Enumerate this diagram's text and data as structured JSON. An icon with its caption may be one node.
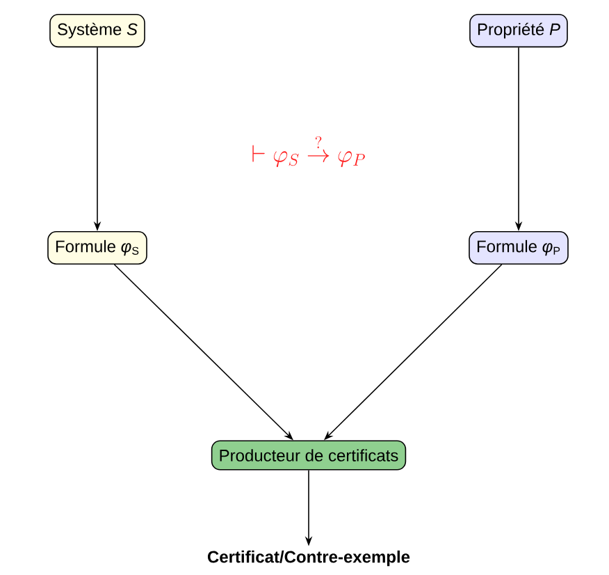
{
  "diagram": {
    "nodes": [
      {
        "text": [
          "Système *S*"
        ]
      },
      {
        "text": [
          "Propriété *P*"
        ]
      },
      {
        "text": [
          "Formule *φ*$_{S}$"
        ]
      },
      {
        "text": [
          "Formule *φ*$_{P}$"
        ]
      },
      {
        "text": [
          "Producteur de certificats"
        ]
      },
      {
        "text": [
          "Certificat/Contre-exemple"
        ]
      }
    ],
    "edges": [
      {
        "from": 0,
        "to": 2,
        "arrow": "to"
      },
      {
        "from": 1,
        "to": 3,
        "arrow": "to"
      },
      {
        "from": 2,
        "to": 4,
        "arrow": "to"
      },
      {
        "from": 3,
        "to": 4,
        "arrow": "to"
      },
      {
        "from": 4,
        "to": 5,
        "arrow": "to"
      }
    ],
    "labels": [
      "\\vdash \\varphi_S \\stackrel{?}{\\rightarrow} \\varphi_P"
    ]
  }
}
